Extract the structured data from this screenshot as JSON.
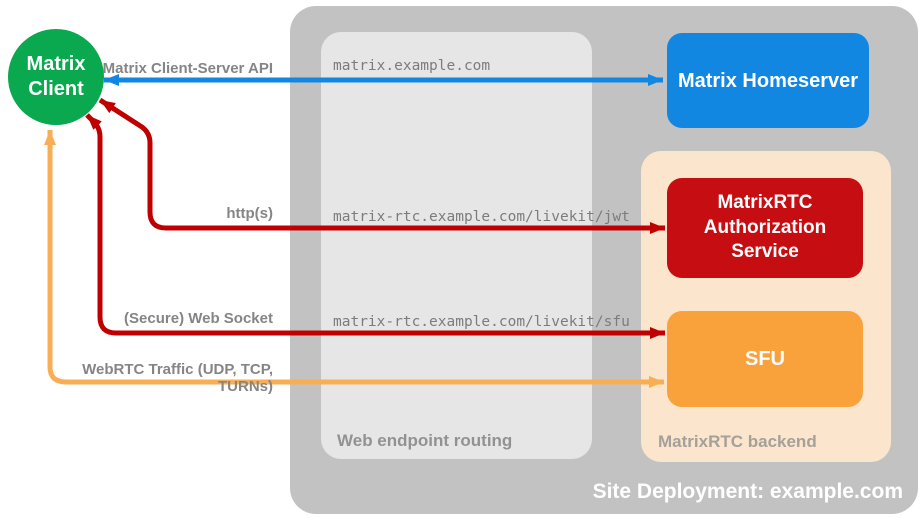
{
  "nodes": {
    "client": "Matrix\nClient",
    "homeserver": "Matrix Homeserver",
    "auth_service": "MatrixRTC\nAuthorization\nService",
    "sfu": "SFU"
  },
  "containers": {
    "web_endpoint_routing": "Web endpoint routing",
    "matrixrtc_backend": "MatrixRTC backend",
    "site_deployment": "Site Deployment: example.com"
  },
  "edges": [
    {
      "label": "Matrix Client-Server API",
      "route": "matrix.example.com",
      "from": "Matrix Client",
      "to": "Matrix Homeserver",
      "bidirectional": true,
      "color": "#1287e2"
    },
    {
      "label": "http(s)",
      "route": "matrix-rtc.example.com/livekit/jwt",
      "from": "Matrix Client",
      "to": "MatrixRTC Authorization Service",
      "bidirectional": true,
      "color": "#c00000"
    },
    {
      "label": "(Secure) Web Socket",
      "route": "matrix-rtc.example.com/livekit/sfu",
      "from": "Matrix Client",
      "to": "SFU",
      "bidirectional": true,
      "color": "#c00000"
    },
    {
      "label": "WebRTC Traffic (UDP, TCP, TURNs)",
      "route": "",
      "from": "Matrix Client",
      "to": "SFU",
      "bidirectional": true,
      "color": "#f9ae54"
    }
  ],
  "colors": {
    "client_green": "#0aa84f",
    "homeserver_blue": "#1287e2",
    "auth_red": "#c60e12",
    "sfu_orange": "#f9a13b",
    "red_arrow": "#c00000",
    "orange_arrow": "#f9ae54",
    "outer_gray": "#c2c2c2",
    "routing_gray": "#e6e6e6",
    "backend_peach": "#fbe5cc",
    "edge_label_gray": "#858585",
    "route_text_gray": "#7c7c7c"
  }
}
